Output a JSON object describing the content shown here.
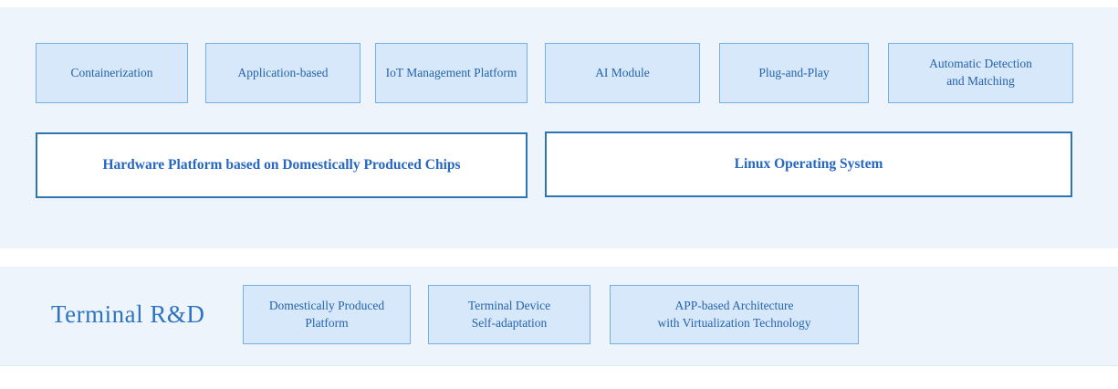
{
  "colors": {
    "page_background": "#ffffff",
    "band_background": "#edf4fc",
    "feature_box_fill": "#d6e8fa",
    "feature_box_border": "#76b0e2",
    "feature_box_text": "#2563ad",
    "base_box_fill": "#ffffff",
    "base_box_border": "#2e75b6",
    "base_box_text": "#2667c4",
    "terminal_title_text": "#2e74c0"
  },
  "platform_layer": {
    "feature_boxes": [
      {
        "label": "Containerization"
      },
      {
        "label": "Application-based"
      },
      {
        "label": "IoT Management Platform"
      },
      {
        "label": "AI Module"
      },
      {
        "label": "Plug-and-Play"
      },
      {
        "label": "Automatic Detection\nand Matching"
      }
    ],
    "base_boxes": [
      {
        "label": "Hardware Platform based on Domestically Produced Chips"
      },
      {
        "label": "Linux Operating System"
      }
    ]
  },
  "terminal_section": {
    "title": "Terminal R&D",
    "boxes": [
      {
        "label": "Domestically Produced\nPlatform"
      },
      {
        "label": "Terminal Device\nSelf-adaptation"
      },
      {
        "label": "APP-based Architecture\nwith Virtualization Technology"
      }
    ]
  }
}
